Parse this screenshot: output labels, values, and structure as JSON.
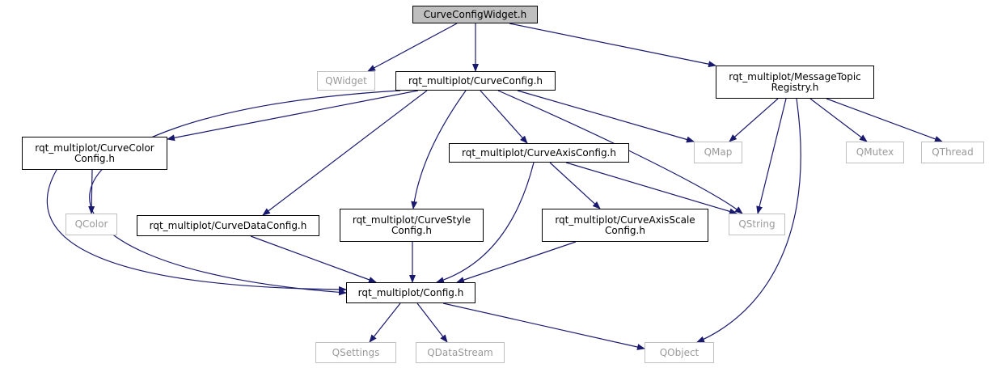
{
  "diagram": {
    "colors": {
      "edge": "#191970",
      "internal_border": "#000000",
      "external_border": "#bfbfbf",
      "external_text": "#9a9a9a",
      "root_fill": "#bfbfbf"
    },
    "nodes": [
      {
        "id": "curve_config_widget",
        "label": "CurveConfigWidget.h",
        "kind": "root"
      },
      {
        "id": "qwidget",
        "label": "QWidget",
        "kind": "external"
      },
      {
        "id": "curve_config",
        "label": "rqt_multiplot/CurveConfig.h",
        "kind": "internal"
      },
      {
        "id": "message_topic_registry",
        "label": "rqt_multiplot/MessageTopic\nRegistry.h",
        "kind": "internal"
      },
      {
        "id": "curve_color_config",
        "label": "rqt_multiplot/CurveColor\nConfig.h",
        "kind": "internal"
      },
      {
        "id": "curve_axis_config",
        "label": "rqt_multiplot/CurveAxisConfig.h",
        "kind": "internal"
      },
      {
        "id": "qmap",
        "label": "QMap",
        "kind": "external"
      },
      {
        "id": "qmutex",
        "label": "QMutex",
        "kind": "external"
      },
      {
        "id": "qthread",
        "label": "QThread",
        "kind": "external"
      },
      {
        "id": "qcolor",
        "label": "QColor",
        "kind": "external"
      },
      {
        "id": "curve_data_config",
        "label": "rqt_multiplot/CurveDataConfig.h",
        "kind": "internal"
      },
      {
        "id": "curve_style_config",
        "label": "rqt_multiplot/CurveStyle\nConfig.h",
        "kind": "internal"
      },
      {
        "id": "curve_axis_scale_config",
        "label": "rqt_multiplot/CurveAxisScale\nConfig.h",
        "kind": "internal"
      },
      {
        "id": "qstring",
        "label": "QString",
        "kind": "external"
      },
      {
        "id": "config",
        "label": "rqt_multiplot/Config.h",
        "kind": "internal"
      },
      {
        "id": "qsettings",
        "label": "QSettings",
        "kind": "external"
      },
      {
        "id": "qdatastream",
        "label": "QDataStream",
        "kind": "external"
      },
      {
        "id": "qobject",
        "label": "QObject",
        "kind": "external"
      }
    ],
    "edges": [
      {
        "from": "curve_config_widget",
        "to": "qwidget"
      },
      {
        "from": "curve_config_widget",
        "to": "curve_config"
      },
      {
        "from": "curve_config_widget",
        "to": "message_topic_registry"
      },
      {
        "from": "curve_config",
        "to": "curve_color_config"
      },
      {
        "from": "curve_config",
        "to": "curve_axis_config"
      },
      {
        "from": "curve_config",
        "to": "qmap"
      },
      {
        "from": "curve_config",
        "to": "curve_data_config"
      },
      {
        "from": "curve_config",
        "to": "curve_style_config"
      },
      {
        "from": "curve_config",
        "to": "qstring"
      },
      {
        "from": "curve_config",
        "to": "config"
      },
      {
        "from": "message_topic_registry",
        "to": "qmap"
      },
      {
        "from": "message_topic_registry",
        "to": "qmutex"
      },
      {
        "from": "message_topic_registry",
        "to": "qthread"
      },
      {
        "from": "message_topic_registry",
        "to": "qstring"
      },
      {
        "from": "message_topic_registry",
        "to": "qobject"
      },
      {
        "from": "curve_color_config",
        "to": "qcolor"
      },
      {
        "from": "curve_color_config",
        "to": "config"
      },
      {
        "from": "curve_axis_config",
        "to": "curve_axis_scale_config"
      },
      {
        "from": "curve_axis_config",
        "to": "qstring"
      },
      {
        "from": "curve_axis_config",
        "to": "config"
      },
      {
        "from": "curve_data_config",
        "to": "config"
      },
      {
        "from": "curve_style_config",
        "to": "config"
      },
      {
        "from": "curve_axis_scale_config",
        "to": "config"
      },
      {
        "from": "config",
        "to": "qsettings"
      },
      {
        "from": "config",
        "to": "qdatastream"
      },
      {
        "from": "config",
        "to": "qobject"
      }
    ]
  }
}
